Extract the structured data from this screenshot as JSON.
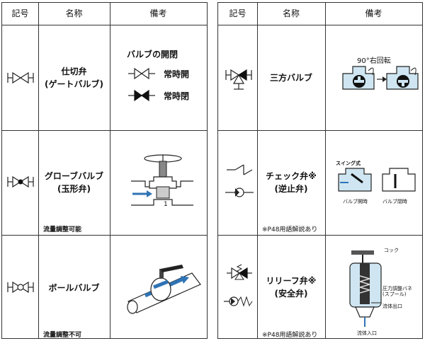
{
  "headers": {
    "symbol": "記号",
    "name": "名称",
    "remarks": "備考"
  },
  "left": {
    "rows": [
      {
        "name": "仕切弁\n(ゲートバルブ)",
        "remarks_title": "バルブの開閉",
        "open_label": "常時開",
        "closed_label": "常時閉"
      },
      {
        "name": "グローブバルブ\n(玉形弁)",
        "note": "流量調整可能",
        "diagram_number": "1"
      },
      {
        "name": "ボールバルブ",
        "note": "流量調整不可"
      }
    ]
  },
  "right": {
    "rows": [
      {
        "name": "三方バルブ",
        "rotation_label": "90°右回転"
      },
      {
        "name": "チェック弁※\n(逆止弁)",
        "note": "※P48用語解説あり",
        "swing_label": "スイング式",
        "open_caption": "バルブ開時",
        "closed_caption": "バルブ閉時"
      },
      {
        "name": "リリーフ弁※\n(安全弁)",
        "note": "※P48用語解説あり",
        "cap_label": "コック",
        "spring_label": "圧力調整バネ\n(スプール)",
        "outlet_label": "流体出口",
        "inlet_label": "流体入口"
      }
    ]
  },
  "colors": {
    "line": "#333333",
    "pipe_fill": "#cfe6f2",
    "arrow": "#2f74b5"
  }
}
